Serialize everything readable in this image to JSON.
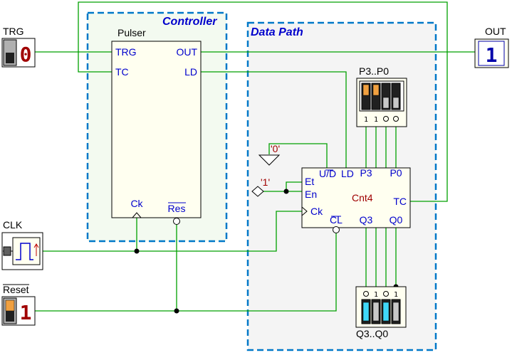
{
  "regions": {
    "controller": "Controller",
    "data_path": "Data Path"
  },
  "inputs": {
    "trg": {
      "label": "TRG",
      "value": "0"
    },
    "clk": {
      "label": "CLK"
    },
    "reset": {
      "label": "Reset",
      "value": "1"
    }
  },
  "output": {
    "label": "OUT",
    "value": "1"
  },
  "pulser": {
    "name": "Pulser",
    "pins": {
      "trg": "TRG",
      "tc": "TC",
      "out": "OUT",
      "ld": "LD",
      "ck": "Ck",
      "res": "Res"
    }
  },
  "counter": {
    "name": "Cnt4",
    "pins": {
      "ud": "U/D",
      "ld": "LD",
      "p3": "P3",
      "p0": "P0",
      "et": "Et",
      "en": "En",
      "ck": "Ck",
      "cl": "CL",
      "tc": "TC",
      "q3": "Q3",
      "q0": "Q0"
    }
  },
  "constants": {
    "zero": "'0'",
    "one": "'1'"
  },
  "switches": {
    "label": "P3..P0",
    "bits": [
      "1",
      "1",
      "0",
      "0"
    ]
  },
  "leds": {
    "label": "Q3..Q0",
    "bits": [
      "0",
      "1",
      "0",
      "1"
    ]
  },
  "colors": {
    "wire": "#00a000",
    "region_border": "#0078c8",
    "chip_fill": "#fffff0",
    "switch_on": "#f0a040",
    "led_on": "#40d8f8",
    "digit_red": "#a00000",
    "digit_blue": "#0000aa"
  }
}
